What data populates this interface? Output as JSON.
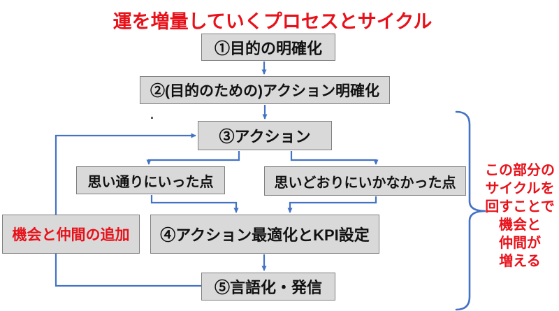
{
  "title": "運を増量していくプロセスとサイクル",
  "nodes": {
    "step1": "①目的の明確化",
    "step2": "②(目的のための)アクション明確化",
    "step3": "③アクション",
    "went_well": "思い通りにいった点",
    "went_wrong": "思いどおりにいかなかった点",
    "opportunity": "機会と仲間の追加",
    "step4": "④アクション最適化とKPI設定",
    "step5": "⑤言語化・発信"
  },
  "annotation": {
    "lines": [
      "この部分の",
      "サイクルを",
      "回すことで",
      "機会と",
      "仲間が",
      "増える"
    ]
  },
  "stray_dot": ".",
  "colors": {
    "title_red": "#e8111a",
    "annotation_red": "#e8111a",
    "box_fill": "#d9d9d9",
    "box_border": "#7f7f7f",
    "connector_blue": "#4472c4",
    "text_black": "#111111",
    "background": "#ffffff"
  }
}
